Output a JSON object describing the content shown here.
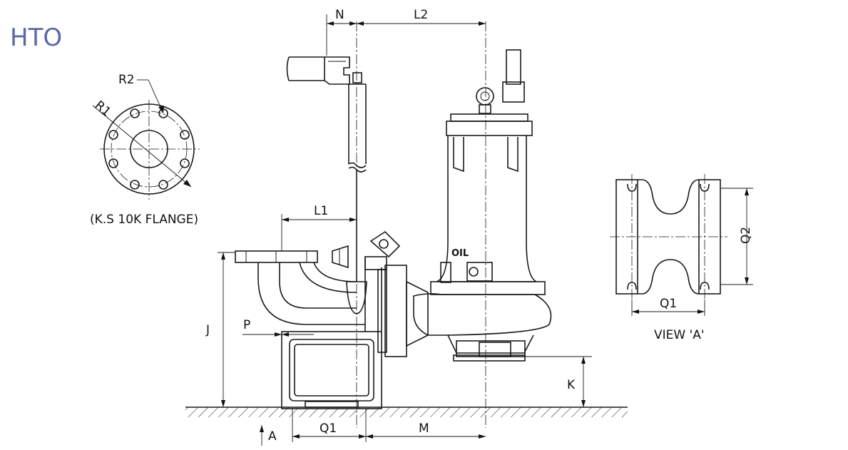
{
  "title": "HTO",
  "flange_caption": "(K.S 10K FLANGE)",
  "view_caption": "VIEW 'A'",
  "oil_label": "OIL",
  "dimensions": {
    "N": "N",
    "L2": "L2",
    "L1": "L1",
    "R1": "R1",
    "R2": "R2",
    "J": "J",
    "P": "P",
    "K": "K",
    "A": "A",
    "Q1": "Q1",
    "M": "M",
    "Q2": "Q2",
    "Q1_view": "Q1"
  },
  "colors": {
    "title": "#5b67a8",
    "line": "#1a1a1a"
  }
}
